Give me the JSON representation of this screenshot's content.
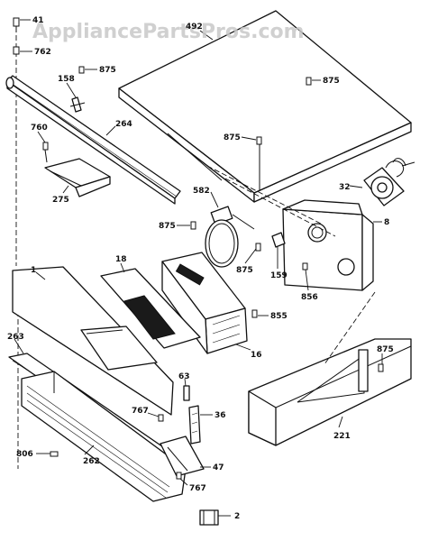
{
  "watermark": "AppliancePartsPros.com",
  "callouts": {
    "c41": "41",
    "c762": "762",
    "c158": "158",
    "c875a": "875",
    "c760": "760",
    "c264": "264",
    "c275": "275",
    "c492": "492",
    "c875b": "875",
    "c875c": "875",
    "c32": "32",
    "c582": "582",
    "c875d": "875",
    "c875e": "875",
    "c159": "159",
    "c856": "856",
    "c8": "8",
    "c1": "1",
    "c18": "18",
    "c855": "855",
    "c16": "16",
    "c263": "263",
    "c63": "63",
    "c767a": "767",
    "c36": "36",
    "c806": "806",
    "c262": "262",
    "c47": "47",
    "c767b": "767",
    "c2": "2",
    "c875f": "875",
    "c221": "221"
  }
}
